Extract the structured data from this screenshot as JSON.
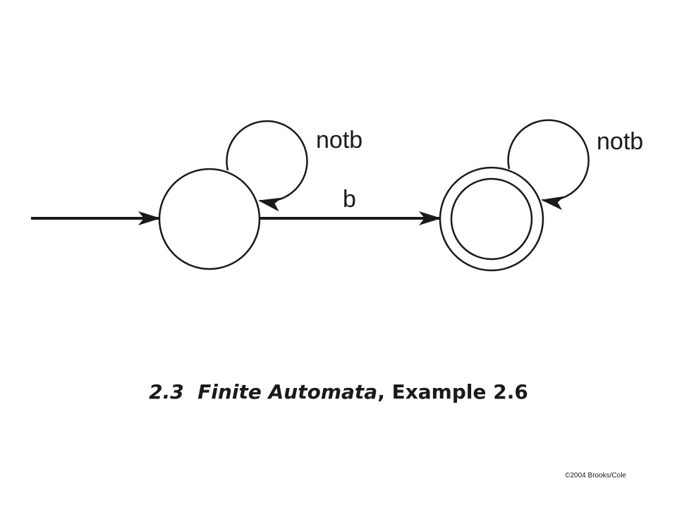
{
  "diagram": {
    "edge_labels": {
      "start_self_loop": "notb",
      "transition": "b",
      "accept_self_loop": "notb"
    }
  },
  "caption": {
    "section": "2.3",
    "title": "Finite Automata",
    "separator": ",",
    "example": "Example 2.6"
  },
  "footer": {
    "copyright": "©2004 Brooks/Cole"
  },
  "colors": {
    "stroke": "#1a1a1a",
    "background": "#ffffff"
  }
}
